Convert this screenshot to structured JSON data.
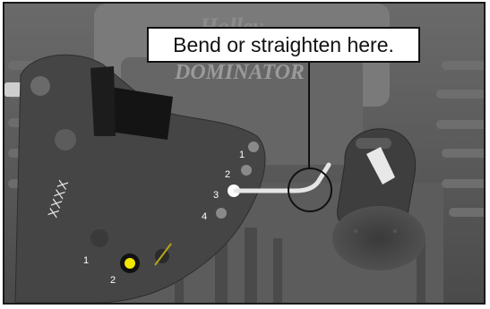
{
  "callout": {
    "label": "Bend or straighten here."
  },
  "brand": {
    "line1": "Holley",
    "line2": "DOMINATOR"
  },
  "throttle_plate": {
    "hole_numbers": [
      "1",
      "2",
      "3",
      "4"
    ],
    "lower_numbers": [
      "1",
      "2"
    ],
    "marks": "XXXX"
  },
  "colors": {
    "casting": "#5a5a5a",
    "plate": "#4a4a4a",
    "rod": "#e6e6e6",
    "highlight_hole": "#ffffff",
    "active_dot": "#f3e600"
  }
}
